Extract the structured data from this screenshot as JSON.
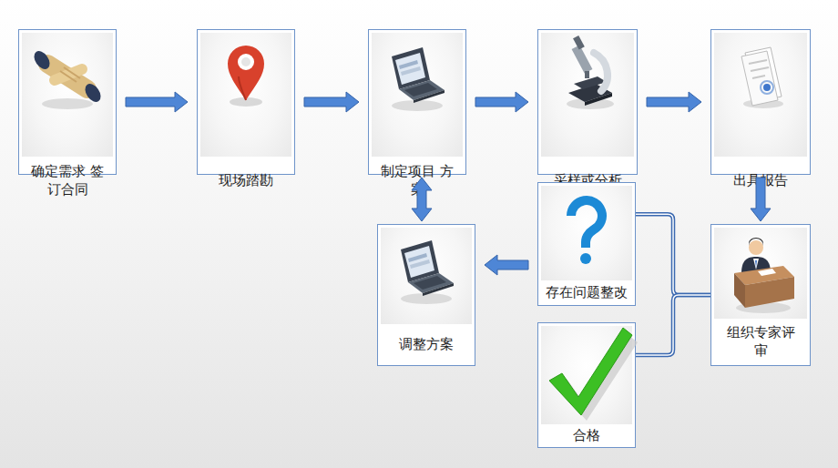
{
  "diagram": {
    "nodes": [
      {
        "text": [
          "确定需求 签订合同"
        ]
      },
      {
        "text": [
          "现场踏勘"
        ]
      },
      {
        "text": [
          "制定项目 方案"
        ]
      },
      {
        "text": [
          "采样或分析"
        ]
      },
      {
        "text": [
          "出具报告"
        ]
      },
      {
        "text": [
          "调整方案"
        ]
      },
      {
        "text": [
          "存在问题整改"
        ]
      },
      {
        "text": [
          "组织专家评 审"
        ]
      },
      {
        "text": [
          "合格"
        ]
      }
    ],
    "edges": [
      {
        "from": 0,
        "to": 1,
        "arrow": "to"
      },
      {
        "from": 1,
        "to": 2,
        "arrow": "to"
      },
      {
        "from": 2,
        "to": 3,
        "arrow": "to"
      },
      {
        "from": 3,
        "to": 4,
        "arrow": "to"
      },
      {
        "from": 2,
        "to": 5,
        "arrow": "both"
      },
      {
        "from": 4,
        "to": 7,
        "arrow": "to"
      },
      {
        "from": 6,
        "to": 5,
        "arrow": "to"
      },
      {
        "from": 7,
        "to": 6,
        "arrow": "none"
      },
      {
        "from": 7,
        "to": 8,
        "arrow": "none"
      }
    ]
  }
}
